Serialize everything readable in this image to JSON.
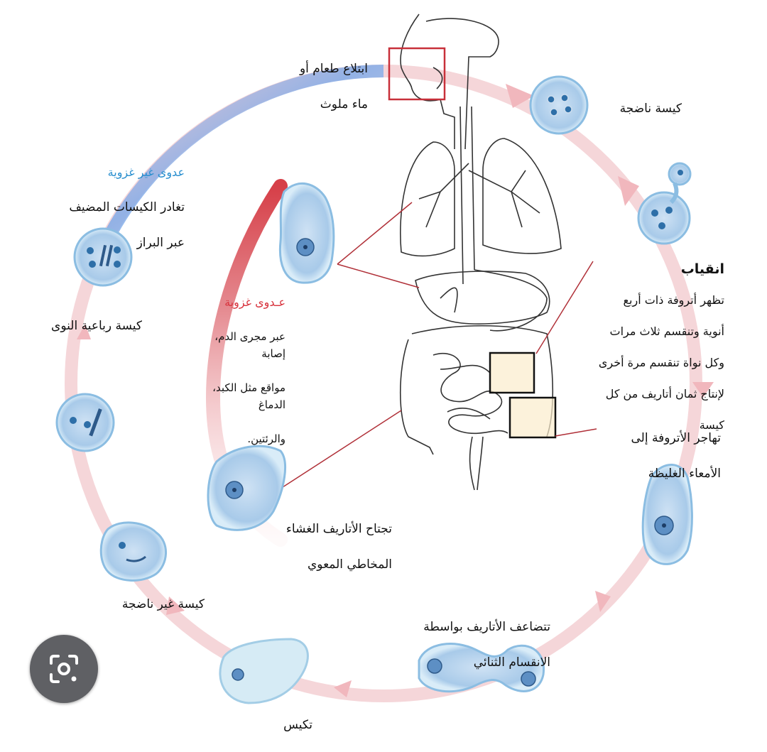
{
  "labels": {
    "ingestion": [
      "ابتلاع طعام أو",
      "ماء ملوث"
    ],
    "mature_cyst": "كيسة ناضجة",
    "excystation_title": "انقياب",
    "excystation_text": [
      "تظهر أتروفة ذات أربع",
      "أنوية وتنقسم ثلاث مرات",
      "وكل نواة تنقسم مرة أخرى",
      "لإنتاج ثمان أتاريف من كل",
      "كيسة"
    ],
    "migration": [
      "تهاجر الأتروفة إلى",
      "الأمعاء الغليظة"
    ],
    "binary_fission": [
      "تتضاعف الأتاريف بواسطة",
      "الانقسام الثنائي"
    ],
    "encystation": "تكيس",
    "immature_cyst": "كيسة غير ناضجة",
    "mucosa_invasion": [
      "تجتاح الأتاريف الغشاء",
      "المخاطي المعوي"
    ],
    "quad_cyst": "كيسة رباعية النوى",
    "non_invasive_title": "عدوى غير غزوية",
    "non_invasive_text": [
      "تغادر الكيسات المضيف",
      "عبر البراز"
    ],
    "invasive_title": "عـدوى غزوية",
    "invasive_text": [
      "عبر مجرى الدم، إصابة",
      "مواقع مثل الكبد، الدماغ",
      "والرئتين."
    ]
  },
  "colors": {
    "cycle_pink": "#f2c5c9",
    "invasive_red": "#d8474f",
    "non_invasive_blue": "#2a8fcf",
    "cell_fill": "#bcd8ef",
    "cell_edge": "#7fb1d8",
    "box_red": "#c8303a",
    "box_black": "#111111",
    "intestine_highlight": "#fbeccc"
  },
  "icons": {
    "lens": "google-lens-icon"
  }
}
